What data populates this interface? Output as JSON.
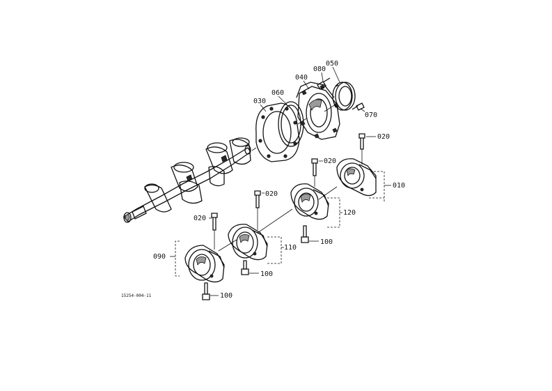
{
  "callouts": {
    "c010": "010",
    "c020_a": "020",
    "c020_b": "020",
    "c020_c": "020",
    "c020_d": "020",
    "c030": "030",
    "c040": "040",
    "c050": "050",
    "c060": "060",
    "c070": "070",
    "c080": "080",
    "c090": "090",
    "c100_a": "100",
    "c100_b": "100",
    "c100_c": "100",
    "c110": "110",
    "c120": "120"
  },
  "drawing_code": "15254-004-11"
}
